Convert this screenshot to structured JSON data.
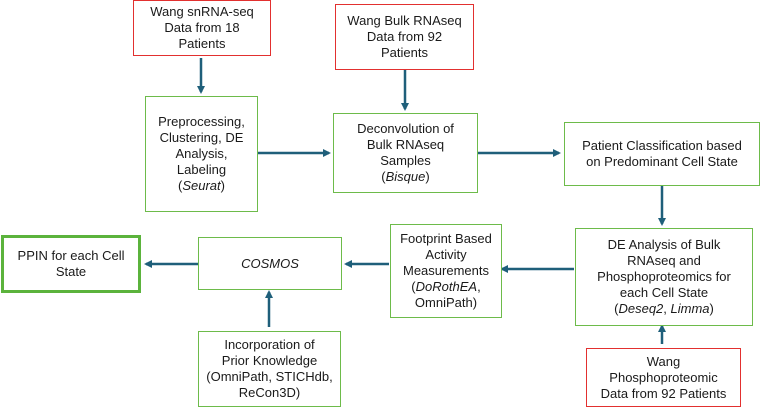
{
  "nodes": {
    "wang_snrna": {
      "lines": [
        "Wang snRNA-seq",
        "Data from 18",
        "Patients"
      ]
    },
    "wang_bulk": {
      "lines": [
        "Wang Bulk RNAseq",
        "Data from 92",
        "Patients"
      ]
    },
    "preprocessing": {
      "lines": [
        "Preprocessing,",
        "Clustering, DE",
        "Analysis,",
        "Labeling"
      ],
      "tool": "Seurat"
    },
    "deconvolution": {
      "lines": [
        "Deconvolution of",
        "Bulk RNAseq",
        "Samples"
      ],
      "tool": "Bisque"
    },
    "patient_class": {
      "lines": [
        "Patient Classification based",
        "on Predominant Cell State"
      ]
    },
    "de_analysis": {
      "lines": [
        "DE Analysis of Bulk",
        "RNAseq and",
        "Phosphoproteomics for",
        "each Cell State"
      ],
      "tool1": "Deseq2",
      "sep": ", ",
      "tool2": "Limma"
    },
    "wang_phospho": {
      "lines": [
        "Wang",
        "Phosphoproteomic",
        "Data from 92 Patients"
      ]
    },
    "footprint": {
      "lines": [
        "Footprint Based",
        "Activity",
        "Measurements"
      ],
      "tool1": "DoRothEA",
      "sep": ",",
      "tool2": "OmniPath)"
    },
    "cosmos": {
      "label": "COSMOS"
    },
    "ppin": {
      "lines": [
        "PPIN for each Cell",
        "State"
      ]
    },
    "prior": {
      "lines": [
        "Incorporation of",
        "Prior Knowledge",
        "(OmniPath, STICHdb,",
        "ReCon3D)"
      ]
    }
  },
  "colors": {
    "data_border": "#e2302f",
    "process_border": "#6dbb4a",
    "output_border": "#5bb33c",
    "arrow": "#1f5f7a"
  }
}
